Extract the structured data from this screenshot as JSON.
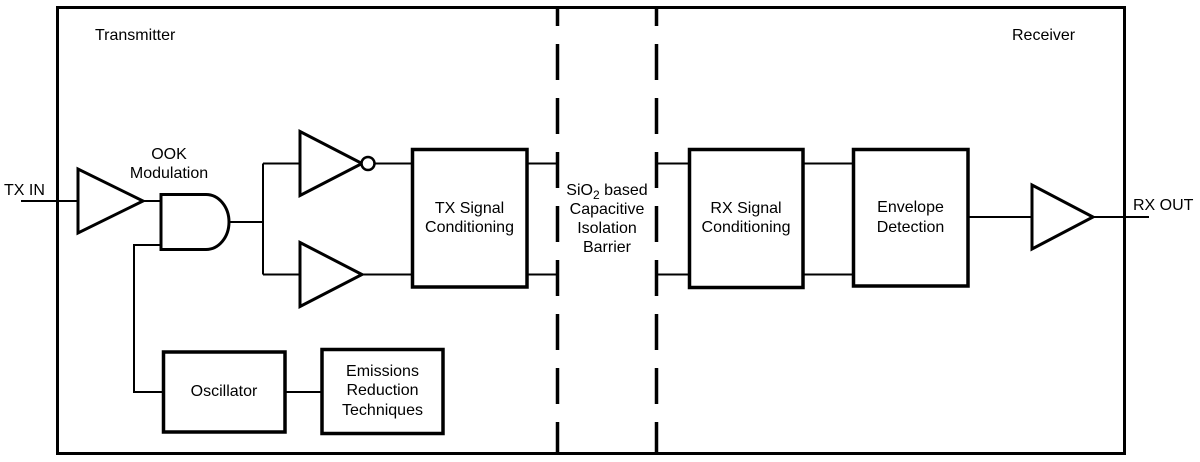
{
  "regions": {
    "transmitter_label": "Transmitter",
    "receiver_label": "Receiver"
  },
  "ports": {
    "tx_in": "TX IN",
    "rx_out": "RX OUT"
  },
  "annotations": {
    "ook": {
      "lines": [
        "OOK",
        "Modulation"
      ]
    },
    "barrier": {
      "formula_base": "SiO",
      "formula_sub": "2",
      "formula_rest": " based",
      "lines": [
        "Capacitive",
        "Isolation",
        "Barrier"
      ]
    }
  },
  "blocks": {
    "tx_signal_conditioning": {
      "lines": [
        "TX Signal",
        "Conditioning"
      ]
    },
    "rx_signal_conditioning": {
      "lines": [
        "RX Signal",
        "Conditioning"
      ]
    },
    "envelope_detection": {
      "lines": [
        "Envelope",
        "Detection"
      ]
    },
    "oscillator": {
      "lines": [
        "Oscillator"
      ]
    },
    "emissions_reduction": {
      "lines": [
        "Emissions",
        "Reduction",
        "Techniques"
      ]
    }
  },
  "colors": {
    "ink": "#000000",
    "background": "#ffffff"
  }
}
